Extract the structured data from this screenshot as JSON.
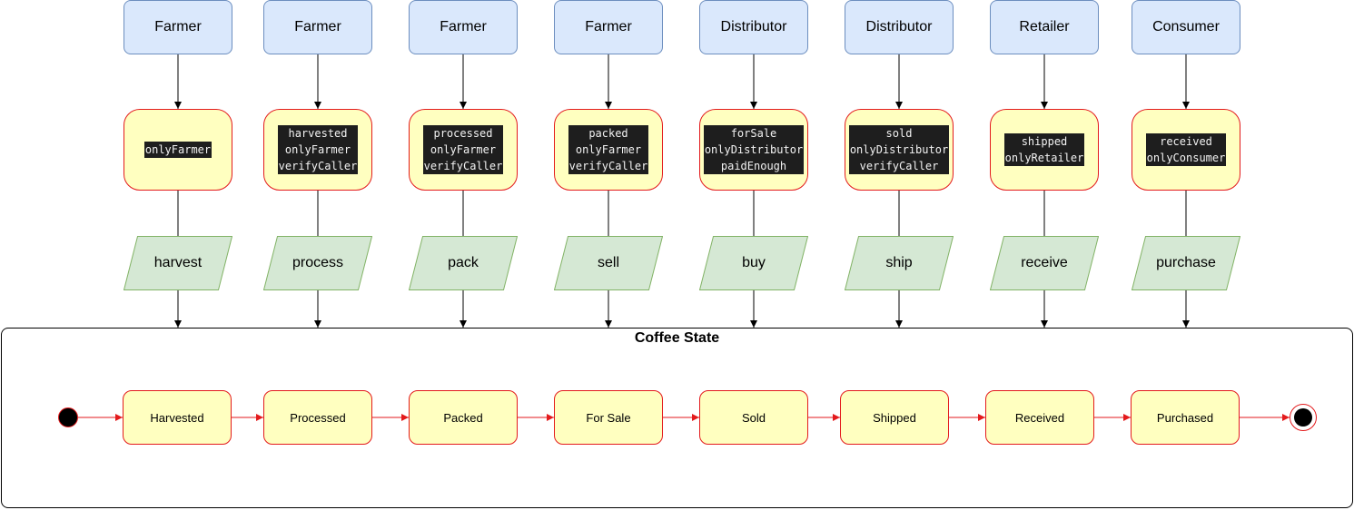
{
  "actors": [
    "Farmer",
    "Farmer",
    "Farmer",
    "Farmer",
    "Distributor",
    "Distributor",
    "Retailer",
    "Consumer"
  ],
  "guards": [
    [
      "onlyFarmer"
    ],
    [
      "harvested",
      "onlyFarmer",
      "verifyCaller"
    ],
    [
      "processed",
      "onlyFarmer",
      "verifyCaller"
    ],
    [
      "packed",
      "onlyFarmer",
      "verifyCaller"
    ],
    [
      "forSale",
      "onlyDistributor",
      "paidEnough"
    ],
    [
      "sold",
      "onlyDistributor",
      "verifyCaller"
    ],
    [
      "shipped",
      "onlyRetailer"
    ],
    [
      "received",
      "onlyConsumer"
    ]
  ],
  "actions": [
    "harvest",
    "process",
    "pack",
    "sell",
    "buy",
    "ship",
    "receive",
    "purchase"
  ],
  "state_machine": {
    "title": "Coffee State",
    "states": [
      "Harvested",
      "Processed",
      "Packed",
      "For Sale",
      "Sold",
      "Shipped",
      "Received",
      "Purchased"
    ]
  },
  "colors": {
    "actor_fill": "#dae8fc",
    "actor_stroke": "#6c8ebf",
    "guard_fill": "#ffffc0",
    "guard_stroke": "#e31a1c",
    "action_fill": "#d5e8d4",
    "action_stroke": "#82b366",
    "transition": "#e31a1c",
    "flow_arrow": "#000000"
  }
}
